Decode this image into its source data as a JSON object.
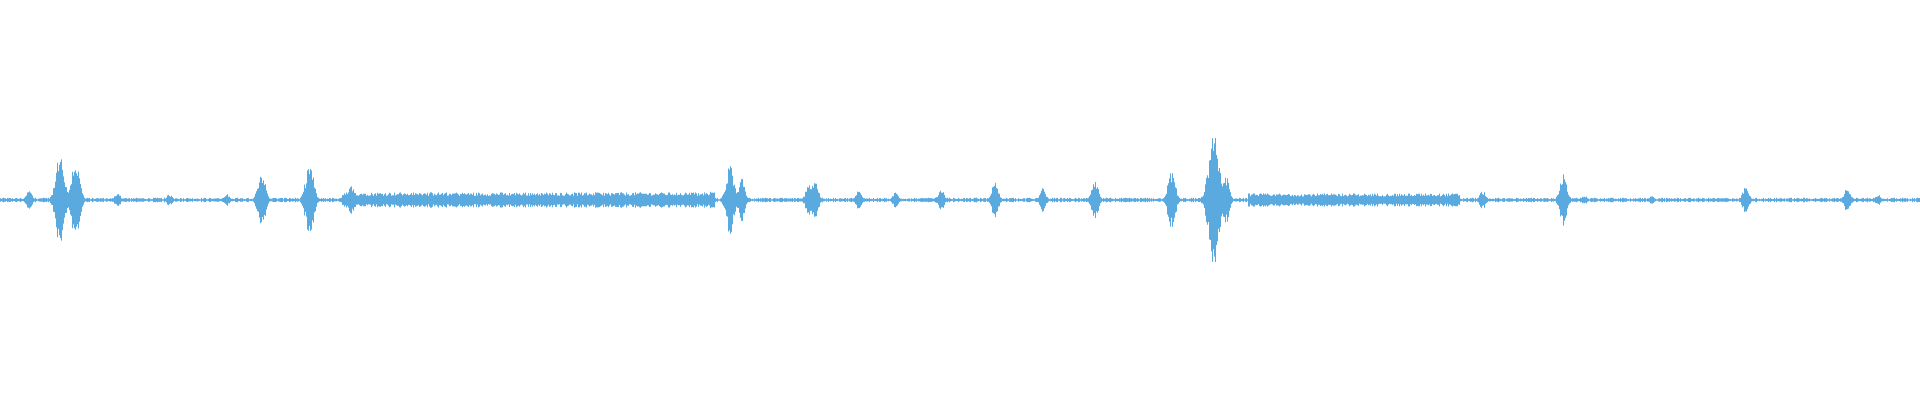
{
  "waveform": {
    "color": "#5aaae0",
    "background": "#ffffff",
    "peaks": [
      [
        0.015,
        0.1
      ],
      [
        0.031,
        0.45
      ],
      [
        0.039,
        0.42
      ],
      [
        0.061,
        0.08
      ],
      [
        0.088,
        0.06
      ],
      [
        0.118,
        0.06
      ],
      [
        0.136,
        0.3
      ],
      [
        0.161,
        0.38
      ],
      [
        0.183,
        0.16
      ],
      [
        0.218,
        0.05
      ],
      [
        0.24,
        0.05
      ],
      [
        0.27,
        0.06
      ],
      [
        0.29,
        0.06
      ],
      [
        0.31,
        0.05
      ],
      [
        0.361,
        0.1
      ],
      [
        0.37,
        0.1
      ],
      [
        0.38,
        0.35
      ],
      [
        0.386,
        0.22
      ],
      [
        0.421,
        0.16
      ],
      [
        0.424,
        0.22
      ],
      [
        0.447,
        0.1
      ],
      [
        0.466,
        0.08
      ],
      [
        0.49,
        0.12
      ],
      [
        0.518,
        0.18
      ],
      [
        0.543,
        0.12
      ],
      [
        0.57,
        0.22
      ],
      [
        0.61,
        0.3
      ],
      [
        0.632,
        0.68
      ],
      [
        0.638,
        0.26
      ],
      [
        0.66,
        0.06
      ],
      [
        0.7,
        0.05
      ],
      [
        0.74,
        0.05
      ],
      [
        0.772,
        0.1
      ],
      [
        0.814,
        0.26
      ],
      [
        0.825,
        0.05
      ],
      [
        0.86,
        0.04
      ],
      [
        0.909,
        0.14
      ],
      [
        0.962,
        0.14
      ],
      [
        0.978,
        0.06
      ]
    ],
    "noise_level": 0.015,
    "plateaus": [
      [
        0.178,
        0.372,
        0.07
      ],
      [
        0.65,
        0.76,
        0.06
      ]
    ]
  }
}
